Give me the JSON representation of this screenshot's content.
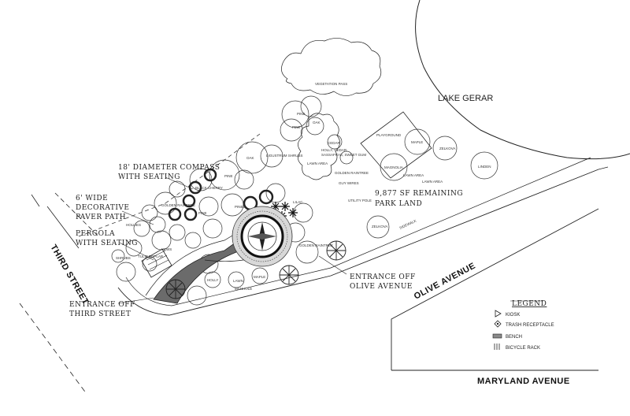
{
  "streets": {
    "third_street": "THIRD STREET",
    "olive_avenue": "OLIVE AVENUE",
    "maryland_avenue": "MARYLAND AVENUE",
    "sidewalk": "SIDEWALK"
  },
  "water": {
    "lake": "LAKE GERAR"
  },
  "callouts": {
    "compass_line1": "18' DIAMETER COMPASS",
    "compass_line2": "WITH SEATING",
    "paver_line1": "6' WIDE",
    "paver_line2": "DECORATIVE",
    "paver_line3": "PAVER PATH",
    "pergola_line1": "PERGOLA",
    "pergola_line2": "WITH SEATING",
    "entrance_third_line1": "ENTRANCE OFF",
    "entrance_third_line2": "THIRD STREET",
    "entrance_olive_line1": "ENTRANCE OFF",
    "entrance_olive_line2": "OLIVE AVENUE",
    "parkland_line1": "9,877 SF REMAINING",
    "parkland_line2": "PARK LAND"
  },
  "plant_labels": {
    "vegetation_pass": "VEGETATION PASS",
    "pine": "PINE",
    "oak": "OAK",
    "cedar": "CEDAR",
    "holly_cedar": "HOLLY, CEDAR,",
    "sassafras": "SASSAFRAS, SWEET GUM",
    "playground": "PLAYGROUND",
    "maple": "MAPLE",
    "zelkova": "ZELKOVA",
    "linden": "LINDEN",
    "magnolia": "MAGNOLIA",
    "lawn_area": "LAWN AREA",
    "golden_raintree": "GOLDEN RAINTREE",
    "ligustrum": "LIGUSTRUM SHRUBS",
    "black_cherry": "BLACK CHERRY",
    "hollies": "HOLLIES",
    "shrubs": "SHRUBS",
    "pines": "PINES",
    "holly": "HOLLY",
    "lawn": "LAWN",
    "utility_pole": "UTILITY POLE",
    "guy_wires": "GUY WIRES",
    "yews": "YEWS",
    "lilac": "LILAC",
    "tulip_poplar": "TULIP POPLAR",
    "manhole": "MANHOLE"
  },
  "legend": {
    "title": "LEGEND",
    "items": [
      {
        "icon": "kiosk-icon",
        "label": "KIOSK"
      },
      {
        "icon": "trash-receptacle-icon",
        "label": "TRASH RECEPTACLE"
      },
      {
        "icon": "bench-icon",
        "label": "BENCH"
      },
      {
        "icon": "bicycle-rack-icon",
        "label": "BICYCLE RACK"
      }
    ]
  }
}
